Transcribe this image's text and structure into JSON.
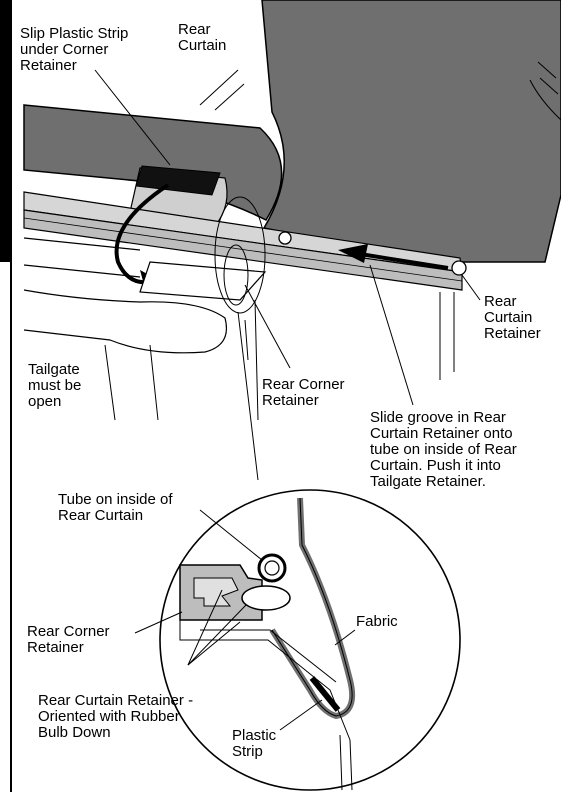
{
  "colors": {
    "ink": "#000000",
    "paper": "#ffffff",
    "curtain_fill": "#6f6f6f",
    "retainer_fill": "#c9c9c9",
    "rail_fill": "#d6d6d6",
    "corner_fill": "#bdbdbd"
  },
  "labels": {
    "slip_strip": "Slip Plastic Strip\nunder Corner\nRetainer",
    "rear_curtain": "Rear\nCurtain",
    "rear_curtain_retainer": "Rear\nCurtain\nRetainer",
    "tailgate": "Tailgate\nmust be\nopen",
    "rear_corner_retainer": "Rear Corner\nRetainer",
    "slide_groove": "Slide groove in Rear\nCurtain Retainer onto\ntube on inside of Rear\nCurtain. Push it into\nTailgate Retainer.",
    "tube_inside": "Tube on inside of\nRear Curtain",
    "fabric": "Fabric",
    "detail_corner_retainer": "Rear Corner\nRetainer",
    "rubber_bulb": "Rear Curtain Retainer -\nOriented with Rubber\nBulb Down",
    "plastic_strip": "Plastic\nStrip"
  }
}
